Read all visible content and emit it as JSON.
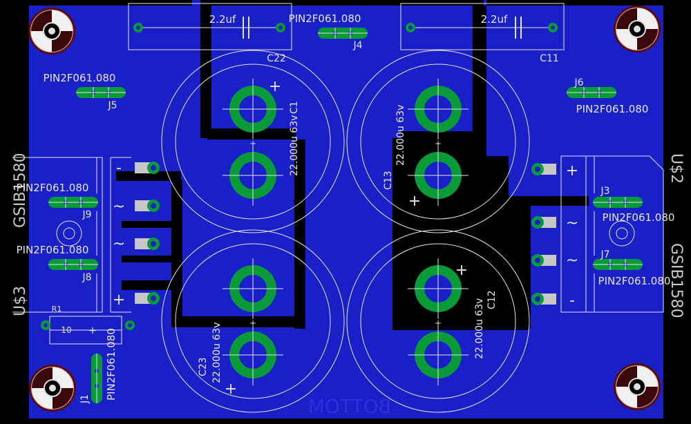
{
  "view": {
    "layer_label": "BOTTOM"
  },
  "colors": {
    "background": "#000000",
    "copper": "#1a20c8",
    "pad": "#0a9a3a",
    "smd": "#c8c8c8",
    "silk": "#e6e6e6",
    "drill_ring": "#7a1010"
  },
  "components": {
    "c22": {
      "value": "2.2uf",
      "name": "C22"
    },
    "c11": {
      "value": "2.2uf",
      "name": "C11"
    },
    "c1": {
      "value": "22.000u 63v",
      "name": "C1"
    },
    "c13": {
      "value": "22.000u 63v",
      "name": "C13"
    },
    "c23": {
      "value": "22.000u 63v",
      "name": "C23"
    },
    "c12": {
      "value": "22.000u 63v",
      "name": "C12"
    },
    "j4": {
      "value": "PIN2F061.080",
      "name": "J4"
    },
    "j5": {
      "value": "PIN2F061.080",
      "name": "J5"
    },
    "j6": {
      "value": "PIN2F061.080",
      "name": "J6"
    },
    "j9": {
      "value": "PIN2F061.080",
      "name": "J9"
    },
    "j8": {
      "value": "PIN2F061.080",
      "name": "J8"
    },
    "j3": {
      "value": "PIN2F061.080",
      "name": "J3"
    },
    "j7": {
      "value": "PIN2F061.080",
      "name": "J7"
    },
    "j1": {
      "value": "PIN2F061.080",
      "name": "J1"
    },
    "r1": {
      "value": "10",
      "name": "R1"
    },
    "us3": {
      "name": "U$3",
      "part": "GSIB1580"
    },
    "us2": {
      "name": "U$2",
      "part": "GSIB1580"
    }
  },
  "symbols": {
    "plus": "+",
    "minus": "-",
    "ac": "~"
  }
}
